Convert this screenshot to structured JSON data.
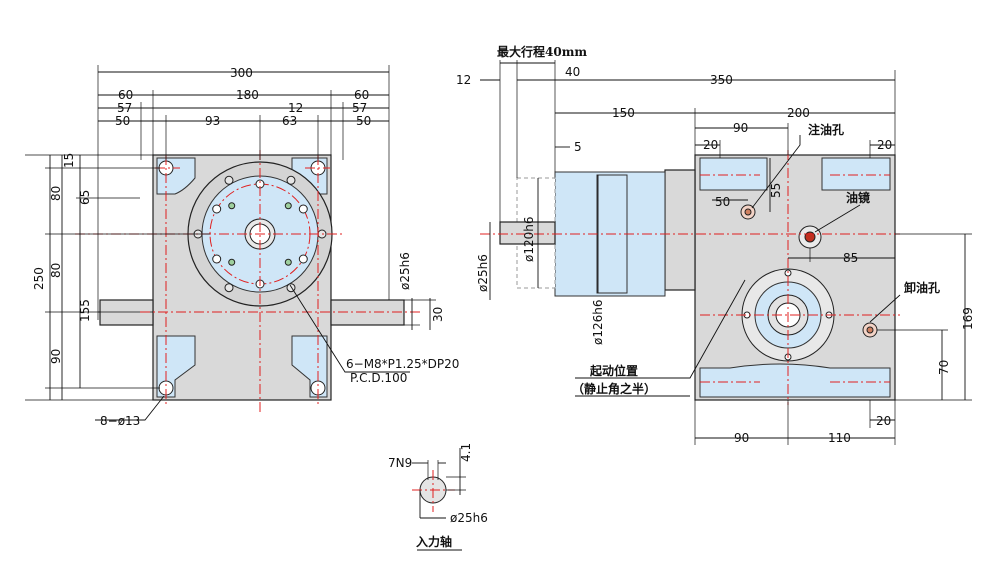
{
  "dims_front": {
    "d300": "300",
    "d60l": "60",
    "d180": "180",
    "d60r": "60",
    "d57l": "57",
    "d12": "12",
    "d57r": "57",
    "d50l": "50",
    "d93": "93",
    "d63": "63",
    "d50r": "50",
    "d15": "15",
    "d80a": "80",
    "d65": "65",
    "d250": "250",
    "d80b": "80",
    "d155": "155",
    "d90": "90",
    "d25h6": "ø25h6",
    "d30": "30",
    "bolt_note": "6−M8*P1.25*DP20",
    "pcd_note": "P.C.D.100",
    "holes_note": "8−ø13"
  },
  "dims_side": {
    "stroke_note": "最大行程40mm",
    "d12": "12",
    "d40": "40",
    "d350": "350",
    "d150": "150",
    "d200": "200",
    "d90": "90",
    "d20a": "20",
    "d20b": "20",
    "d5": "5",
    "d50": "50",
    "d55": "55",
    "d85": "85",
    "d120h6": "ø120h6",
    "d25h6": "ø25h6",
    "d126h6": "ø126h6",
    "d169": "169",
    "d70": "70",
    "d20c": "20",
    "d90b": "90",
    "d110": "110",
    "oil_fill": "注油孔",
    "oil_sight": "油镜",
    "oil_drain": "卸油孔",
    "start_pos": "起动位置",
    "start_pos_sub": "（静止角之半）"
  },
  "dims_shaft": {
    "key": "7N9",
    "d41": "4.1",
    "d25h6": "ø25h6",
    "label": "入力轴"
  }
}
